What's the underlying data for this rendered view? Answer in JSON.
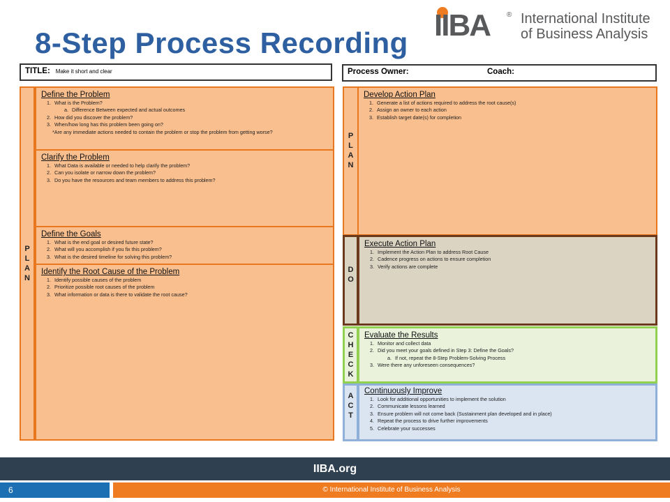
{
  "header": {
    "title": "8-Step Process Recording",
    "logo_mark": "IIBA",
    "logo_reg": "®",
    "logo_line1": "International Institute",
    "logo_line2": "of Business Analysis"
  },
  "topbars": {
    "title_label": "TITLE:",
    "title_hint": "Make it short and clear",
    "owner_label": "Process Owner:",
    "coach_label": "Coach:"
  },
  "stages": {
    "plan_left": [
      "P",
      "L",
      "A",
      "N"
    ],
    "plan_right": [
      "P",
      "L",
      "A",
      "N"
    ],
    "do": [
      "D",
      "O"
    ],
    "check": [
      "C",
      "H",
      "E",
      "C",
      "K"
    ],
    "act": [
      "A",
      "C",
      "T"
    ]
  },
  "sections": {
    "define_problem": {
      "title": "Define the Problem",
      "items": [
        {
          "text": "What is the Problem?",
          "sub": [
            "Difference Between expected and actual outcomes"
          ]
        },
        {
          "text": "How did you discover the problem?"
        },
        {
          "text": "When/how long has this problem been going on?"
        }
      ],
      "note": "*Are any immediate actions needed to contain the problem or stop the problem from getting worse?"
    },
    "clarify_problem": {
      "title": "Clarify the Problem",
      "items": [
        "What Data is available or needed to help clarify the problem?",
        "Can you isolate or narrow down the problem?",
        "Do you have the resources  and team members to address this problem?"
      ]
    },
    "define_goals": {
      "title": "Define the Goals",
      "items": [
        "What is the end goal or desired  future state?",
        "What will you accomplish if you fix this problem?",
        "What is the desired timeline  for solving this problem?"
      ]
    },
    "root_cause": {
      "title": "Identify the Root Cause of the Problem",
      "items": [
        "Identify  possible causes of the problem",
        "Prioritize  possible root causes of the problem",
        "What information or data is there to validate the root cause?"
      ]
    },
    "action_plan": {
      "title": "Develop Action Plan",
      "items": [
        "Generate a list of actions required to address the root cause(s)",
        "Assign  an owner to each action",
        "Establish target date(s) for completion"
      ]
    },
    "execute_plan": {
      "title": "Execute Action Plan",
      "items": [
        "Implement  the Action Plan to address Root Cause",
        "Cadence progress on actions to ensure completion",
        "Verify actions are complete"
      ]
    },
    "evaluate_results": {
      "title": "Evaluate the Results",
      "items": [
        {
          "text": "Monitor and collect data"
        },
        {
          "text": "Did you meet your goals defined in Step 3: Define the Goals?",
          "sub": [
            "If not, repeat the 8-Step Problem-Solving Process"
          ]
        },
        {
          "text": "Were there any unforeseen consequences?"
        }
      ]
    },
    "continuously_improve": {
      "title": "Continuously Improve",
      "items": [
        "Look for additional opportunities to implement the solution",
        "Communicate lessons learned",
        "Ensure problem will not come back (Sustainment plan developed and in place)",
        "Repeat the process to drive further improvements",
        "Celebrate your successes"
      ]
    }
  },
  "footer": {
    "site": "IIBA.org",
    "page_number": "6",
    "copyright": "© International Institute of Business Analysis"
  },
  "colors": {
    "title_blue": "#2e5fa0",
    "orange_fill": "#f9bf8f",
    "orange_border": "#e8771e",
    "do_fill": "#dbd4c3",
    "do_border": "#6b3a1c",
    "check_fill": "#eaf2dc",
    "check_border": "#92d050",
    "act_fill": "#dbe5f2",
    "act_border": "#8fb0d9",
    "footer_dark": "#2f4150",
    "footer_blue": "#1d6fb4",
    "footer_orange": "#f07c22"
  }
}
